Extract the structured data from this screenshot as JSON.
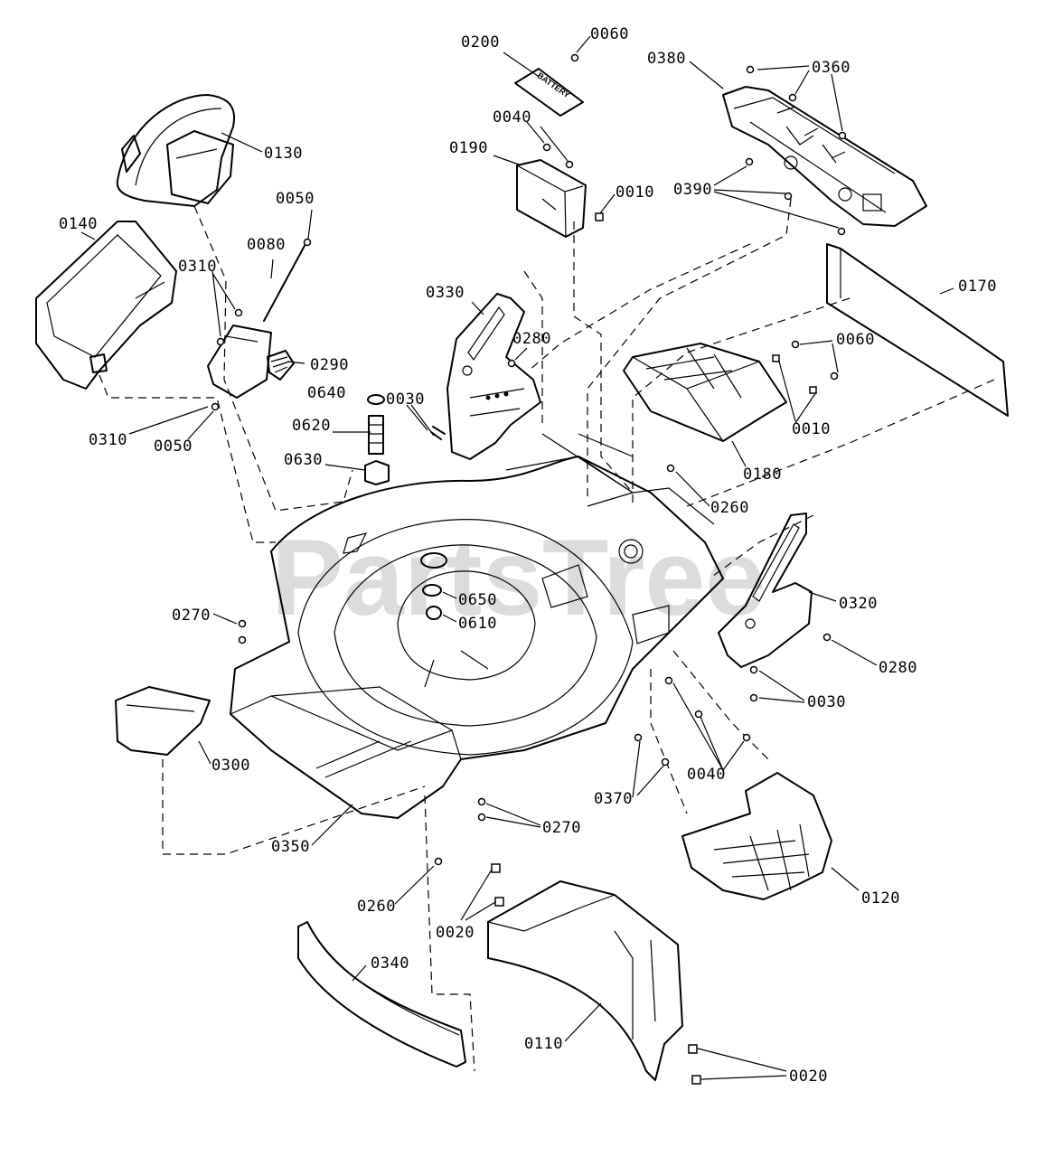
{
  "watermark": "PartsTree",
  "battery_text": "BATTERY",
  "callouts": [
    "0200",
    "0060",
    "0380",
    "0360",
    "0130",
    "0040",
    "0190",
    "0010",
    "0390",
    "0050",
    "0140",
    "0080",
    "0310",
    "0170",
    "0330",
    "0280",
    "0060",
    "0290",
    "0640",
    "0030",
    "0010",
    "0620",
    "0180",
    "0630",
    "0310",
    "0050",
    "0260",
    "0320",
    "0650",
    "0270",
    "0610",
    "0280",
    "0030",
    "0040",
    "0300",
    "0370",
    "0270",
    "0350",
    "0120",
    "0260",
    "0020",
    "0340",
    "0110",
    "0020"
  ]
}
